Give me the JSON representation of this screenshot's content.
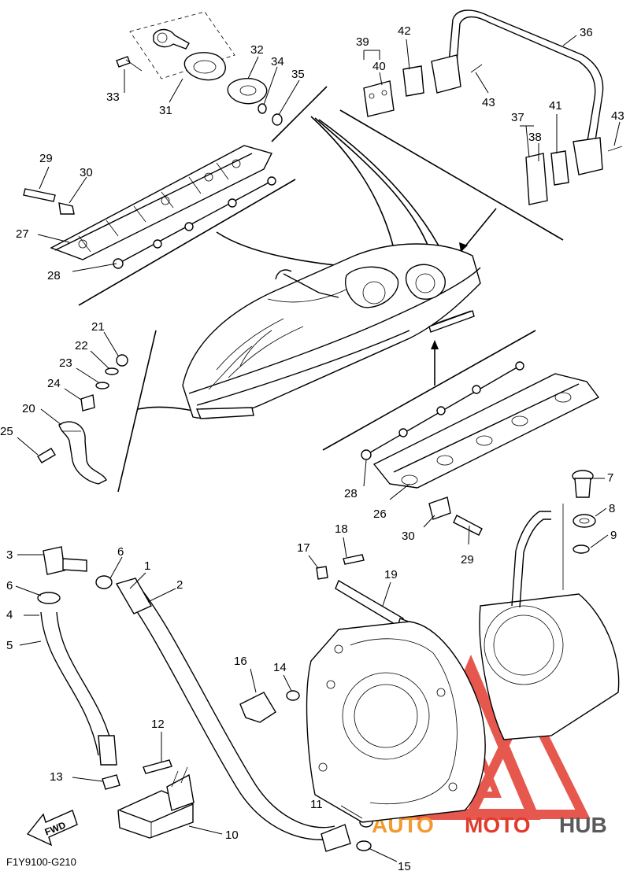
{
  "diagram_code": "F1Y9100-G210",
  "direction_arrow_label": "FWD",
  "watermark": {
    "brand_part1": "AUTO",
    "brand_part2": "MOTO",
    "brand_part3": "HUB",
    "colors": {
      "red": "#e23b2e",
      "orange": "#f29a2e",
      "gray": "#5a5a5a"
    }
  },
  "part_numbers": {
    "p1": "1",
    "p2": "2",
    "p3": "3",
    "p4": "4",
    "p5": "5",
    "p6a": "6",
    "p6b": "6",
    "p7": "7",
    "p8": "8",
    "p9": "9",
    "p10": "10",
    "p11": "11",
    "p12": "12",
    "p13": "13",
    "p14": "14",
    "p15": "15",
    "p16": "16",
    "p17": "17",
    "p18": "18",
    "p19": "19",
    "p20": "20",
    "p21": "21",
    "p22": "22",
    "p23": "23",
    "p24": "24",
    "p25": "25",
    "p26": "26",
    "p27": "27",
    "p28a": "28",
    "p28b": "28",
    "p29a": "29",
    "p29b": "29",
    "p30a": "30",
    "p30b": "30",
    "p31": "31",
    "p32": "32",
    "p33": "33",
    "p34": "34",
    "p35": "35",
    "p36": "36",
    "p37": "37",
    "p38": "38",
    "p39": "39",
    "p40": "40",
    "p41": "41",
    "p42": "42",
    "p43a": "43",
    "p43b": "43"
  }
}
